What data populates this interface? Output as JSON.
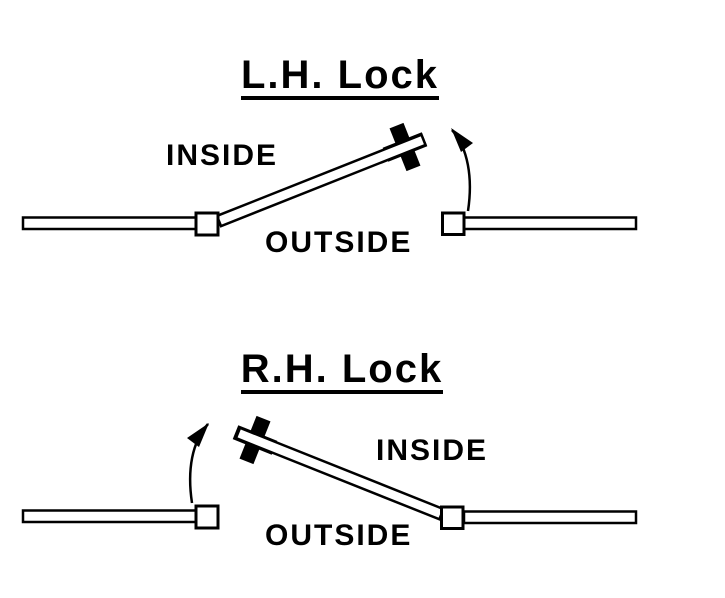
{
  "canvas": {
    "background_color": "#ffffff",
    "line_color": "#000000"
  },
  "diagrams": [
    {
      "title": "L.H. Lock",
      "handing": "left-hand",
      "inside_label": "INSIDE",
      "outside_label": "OUTSIDE"
    },
    {
      "title": "R.H. Lock",
      "handing": "right-hand",
      "inside_label": "INSIDE",
      "outside_label": "OUTSIDE"
    }
  ]
}
